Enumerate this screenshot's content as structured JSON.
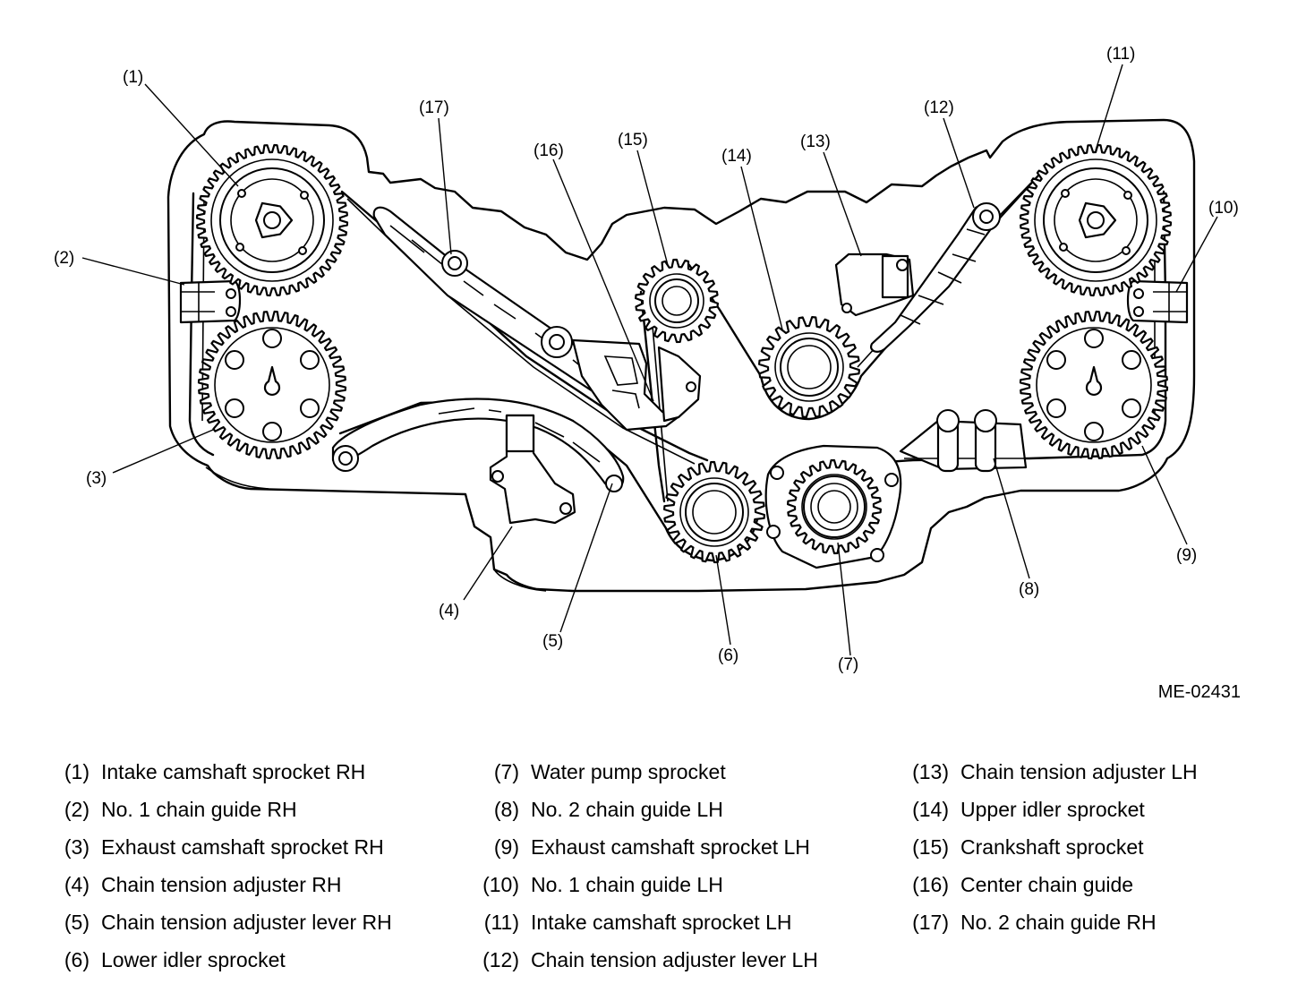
{
  "diagram": {
    "code": "ME-02431",
    "callouts": [
      "(1)",
      "(2)",
      "(3)",
      "(4)",
      "(5)",
      "(6)",
      "(7)",
      "(8)",
      "(9)",
      "(10)",
      "(11)",
      "(12)",
      "(13)",
      "(14)",
      "(15)",
      "(16)",
      "(17)"
    ]
  },
  "legend": [
    {
      "num": "(1)",
      "label": "Intake camshaft sprocket RH"
    },
    {
      "num": "(2)",
      "label": "No. 1 chain guide RH"
    },
    {
      "num": "(3)",
      "label": "Exhaust camshaft sprocket RH"
    },
    {
      "num": "(4)",
      "label": "Chain tension adjuster RH"
    },
    {
      "num": "(5)",
      "label": "Chain tension adjuster lever RH"
    },
    {
      "num": "(6)",
      "label": "Lower idler sprocket"
    },
    {
      "num": "(7)",
      "label": "Water pump sprocket"
    },
    {
      "num": "(8)",
      "label": "No. 2 chain guide LH"
    },
    {
      "num": "(9)",
      "label": "Exhaust camshaft sprocket LH"
    },
    {
      "num": "(10)",
      "label": "No. 1 chain guide LH"
    },
    {
      "num": "(11)",
      "label": "Intake camshaft sprocket LH"
    },
    {
      "num": "(12)",
      "label": "Chain tension adjuster lever LH"
    },
    {
      "num": "(13)",
      "label": "Chain tension adjuster LH"
    },
    {
      "num": "(14)",
      "label": "Upper idler sprocket"
    },
    {
      "num": "(15)",
      "label": "Crankshaft sprocket"
    },
    {
      "num": "(16)",
      "label": "Center chain guide"
    },
    {
      "num": "(17)",
      "label": "No. 2 chain guide RH"
    }
  ]
}
